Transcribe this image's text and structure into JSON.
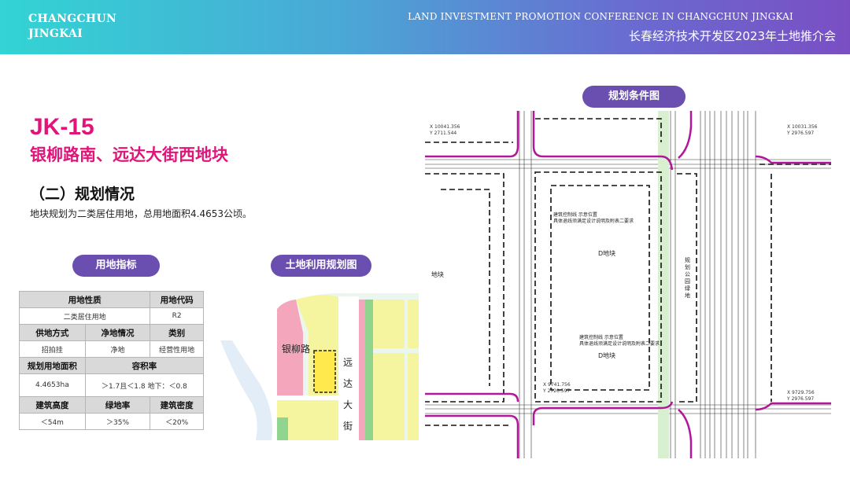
{
  "header": {
    "brand_line1": "CHANGCHUN",
    "brand_line2": "JINGKAI",
    "title_en": "LAND INVESTMENT PROMOTION CONFERENCE IN CHANGCHUN JINGKAI",
    "title_cn": "长春经济技术开发区2023年土地推介会"
  },
  "parcel": {
    "code": "JK-15",
    "name": "银柳路南、远达大街西地块",
    "section_title": "（二）规划情况",
    "description": "地块规划为二类居住用地，总用地面积4.4653公顷。"
  },
  "labels": {
    "indicators": "用地指标",
    "landuse_map": "土地利用规划图",
    "planning_map": "规划条件图"
  },
  "table": {
    "r1": [
      "用地性质",
      "用地代码"
    ],
    "r2": [
      "二类居住用地",
      "R2"
    ],
    "r3": [
      "供地方式",
      "净地情况",
      "类别"
    ],
    "r4": [
      "招拍挂",
      "净地",
      "经营性用地"
    ],
    "r5": [
      "规划用地面积",
      "容积率"
    ],
    "r6": [
      "4.4653ha",
      "＞1.7且＜1.8 地下：＜0.8"
    ],
    "r7": [
      "建筑高度",
      "绿地率",
      "建筑密度"
    ],
    "r8": [
      "＜54m",
      "＞35%",
      "＜20%"
    ]
  },
  "landuse_map": {
    "road_west": "银柳路",
    "road_east": [
      "远",
      "达",
      "大",
      "街"
    ]
  },
  "planning_map": {
    "parcel_label": "D地块",
    "left_label": "地块",
    "side_label": "规划公园绿地",
    "notes": [
      "建筑控制线 示意位置",
      "具体退线须满足设计说明及附表二要求"
    ],
    "coords": [
      "X 10041.356",
      "Y 2711.544",
      "X 10031.356",
      "Y 2976.597",
      "X 9741.756",
      "Y 2720.597",
      "X 9729.756",
      "Y 2976.597"
    ]
  },
  "colors": {
    "accent_pink": "#e0157a",
    "pill_purple": "#6b4fb0",
    "residential_yellow": "#f5f5a0",
    "commercial_pink": "#f4a6bd",
    "green": "#8fd48f",
    "road_magenta": "#b0179a"
  }
}
